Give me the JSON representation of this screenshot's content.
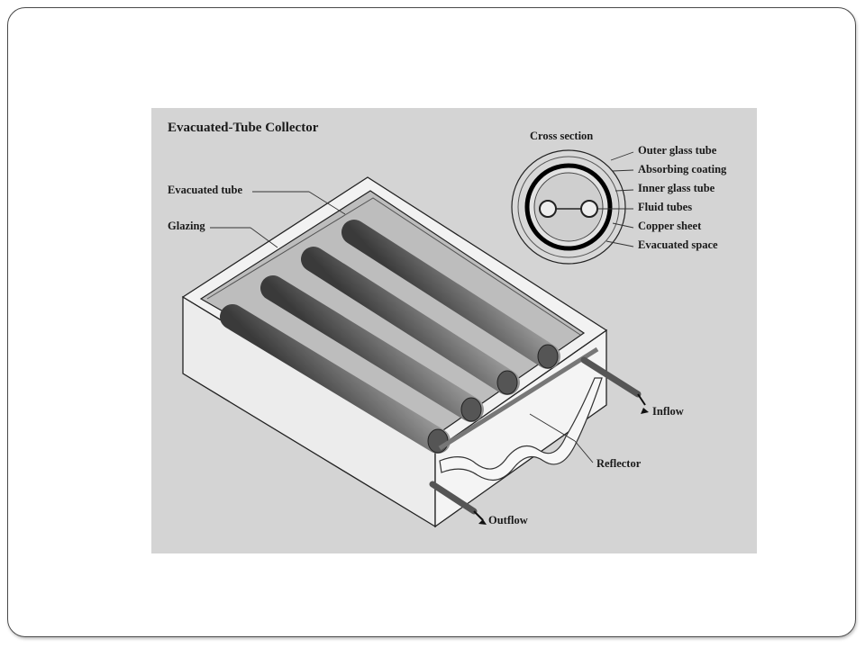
{
  "figure": {
    "title": "Evacuated-Tube Collector",
    "labels": {
      "evacuated_tube": "Evacuated tube",
      "glazing": "Glazing",
      "cross_section": "Cross section",
      "outer_glass_tube": "Outer glass tube",
      "absorbing_coating": "Absorbing coating",
      "inner_glass_tube": "Inner glass tube",
      "fluid_tubes": "Fluid tubes",
      "copper_sheet": "Copper sheet",
      "evacuated_space": "Evacuated space",
      "inflow": "Inflow",
      "reflector": "Reflector",
      "outflow": "Outflow"
    }
  }
}
